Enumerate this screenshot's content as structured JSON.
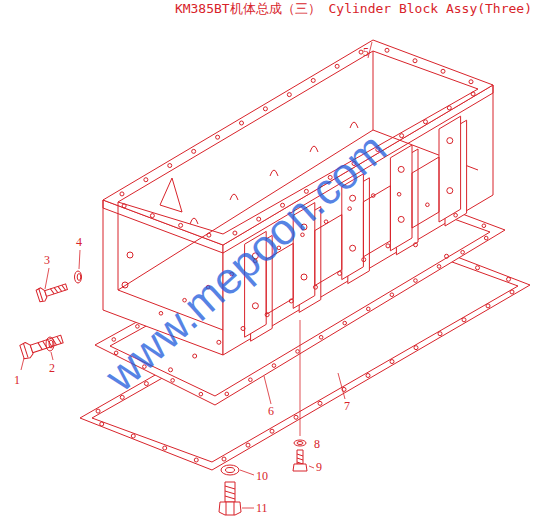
{
  "diagram": {
    "title": "KM385BT机体总成（三） Cylinder Block Assy(Three)",
    "labels": [
      "1",
      "2",
      "3",
      "4",
      "5",
      "6",
      "7",
      "8",
      "9",
      "10",
      "11",
      "www.mepoon.com"
    ]
  }
}
